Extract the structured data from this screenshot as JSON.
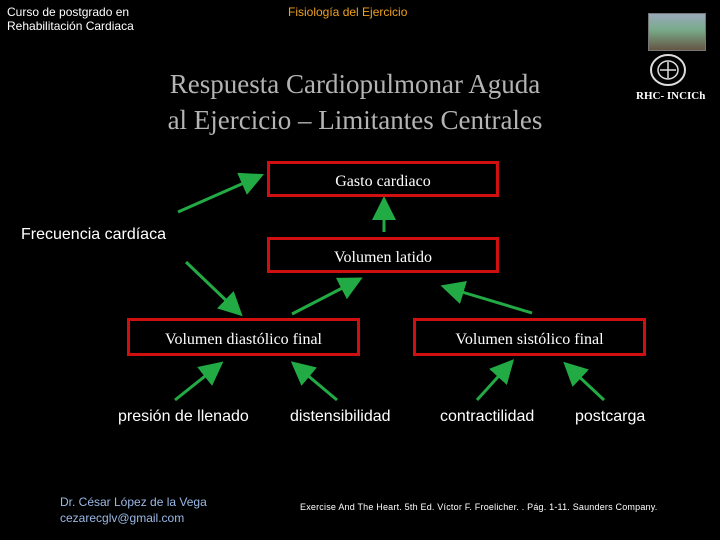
{
  "header": {
    "course_line1": "Curso de postgrado en",
    "course_line2": "Rehabilitación Cardiaca",
    "topic": "Fisiología del Ejercicio",
    "title_line1": "Respuesta Cardiopulmonar Aguda",
    "title_line2": "al Ejercicio – Limitantes Centrales",
    "institution": "RHC- INCICh"
  },
  "diagram": {
    "gasto_cardiaco": "Gasto cardiaco",
    "frecuencia_cardiaca": "Frecuencia cardíaca",
    "volumen_latido": "Volumen latido",
    "volumen_diastolico": "Volumen diastólico final",
    "volumen_sistolico": "Volumen sistólico final",
    "presion_llenado": "presión de llenado",
    "distensibilidad": "distensibilidad",
    "contractilidad": "contractilidad",
    "postcarga": "postcarga"
  },
  "footer": {
    "author_name": "Dr. César López de la Vega",
    "author_email": "cezarecglv@gmail.com",
    "reference": "Exercise And The Heart. 5th Ed. Víctor F. Froelicher. . Pág. 1-11. Saunders Company."
  },
  "colors": {
    "box_border": "#d01010",
    "arrow": "#22aa44",
    "topic": "#f0a020",
    "author": "#9ab8e6"
  }
}
